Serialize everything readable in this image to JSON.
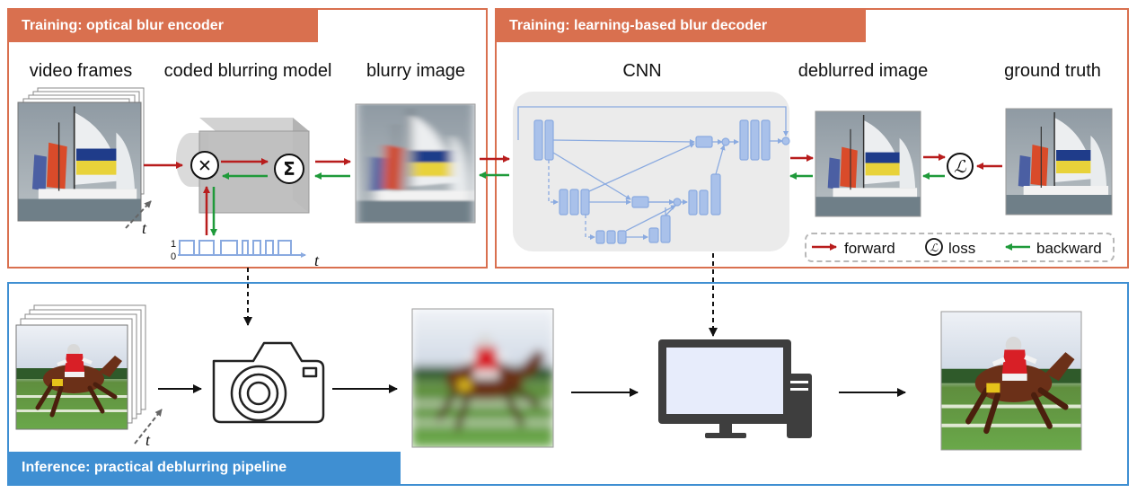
{
  "panels": {
    "encoder": {
      "title": "Training: optical blur encoder"
    },
    "decoder": {
      "title": "Training: learning-based blur decoder"
    },
    "inference": {
      "title": "Inference: practical deblurring pipeline"
    }
  },
  "encoder": {
    "video_frames": "video frames",
    "model": "coded blurring model",
    "blurry": "blurry image",
    "time_symbol": "t",
    "code_high": "1",
    "code_low": "0",
    "code_axis": "t",
    "multiply_symbol": "✕",
    "sum_symbol": "Σ"
  },
  "decoder": {
    "cnn": "CNN",
    "deblurred": "deblurred image",
    "ground_truth": "ground truth",
    "loss_symbol": "ℒ"
  },
  "legend": {
    "forward": "forward",
    "loss": "loss",
    "backward": "backward"
  },
  "inference": {
    "time_symbol": "t"
  },
  "colors": {
    "encoder_accent": "#d9704f",
    "inference_accent": "#3f8fd2",
    "forward_arrow": "#b81d1d",
    "backward_arrow": "#1f9a3a",
    "cnn_block": "#a9c1ea"
  }
}
